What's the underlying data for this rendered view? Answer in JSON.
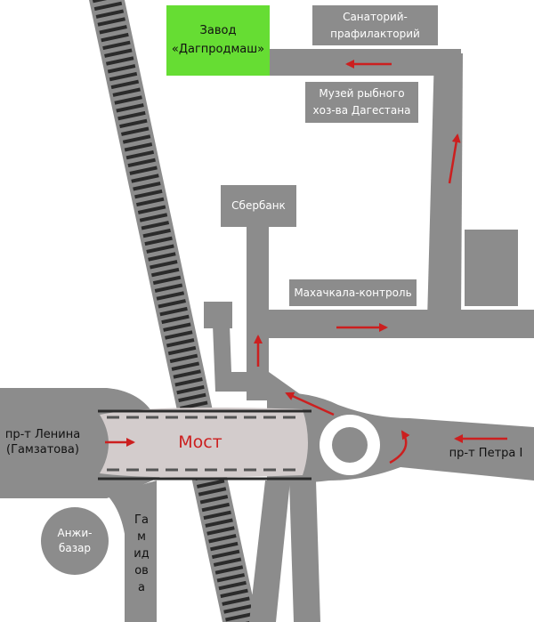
{
  "map": {
    "labels": {
      "factory": "Завод\n«Дагпродмаш»",
      "sanatorium": "Санаторий-\nпрафилакторий",
      "museum": "Музей рыбного\nхоз-ва Дагестана",
      "sberbank": "Сбербанк",
      "makhachkala_control": "Махачкала-контроль",
      "bridge": "Мост",
      "lenina_avenue": "пр-т Ленина\n(Гамзатова)",
      "petra_avenue": "пр-т Петра I",
      "anzhi_bazaar": "Анжи-\nбазар",
      "gamidova_street": "Гамидова"
    },
    "colors": {
      "road": "#8c8c8c",
      "building": "#8c8c8c",
      "factory_fill": "#66dd33",
      "bridge_fill": "#d3cccc",
      "railway": "#8c8c8c",
      "arrow": "#cc1f1f"
    }
  }
}
